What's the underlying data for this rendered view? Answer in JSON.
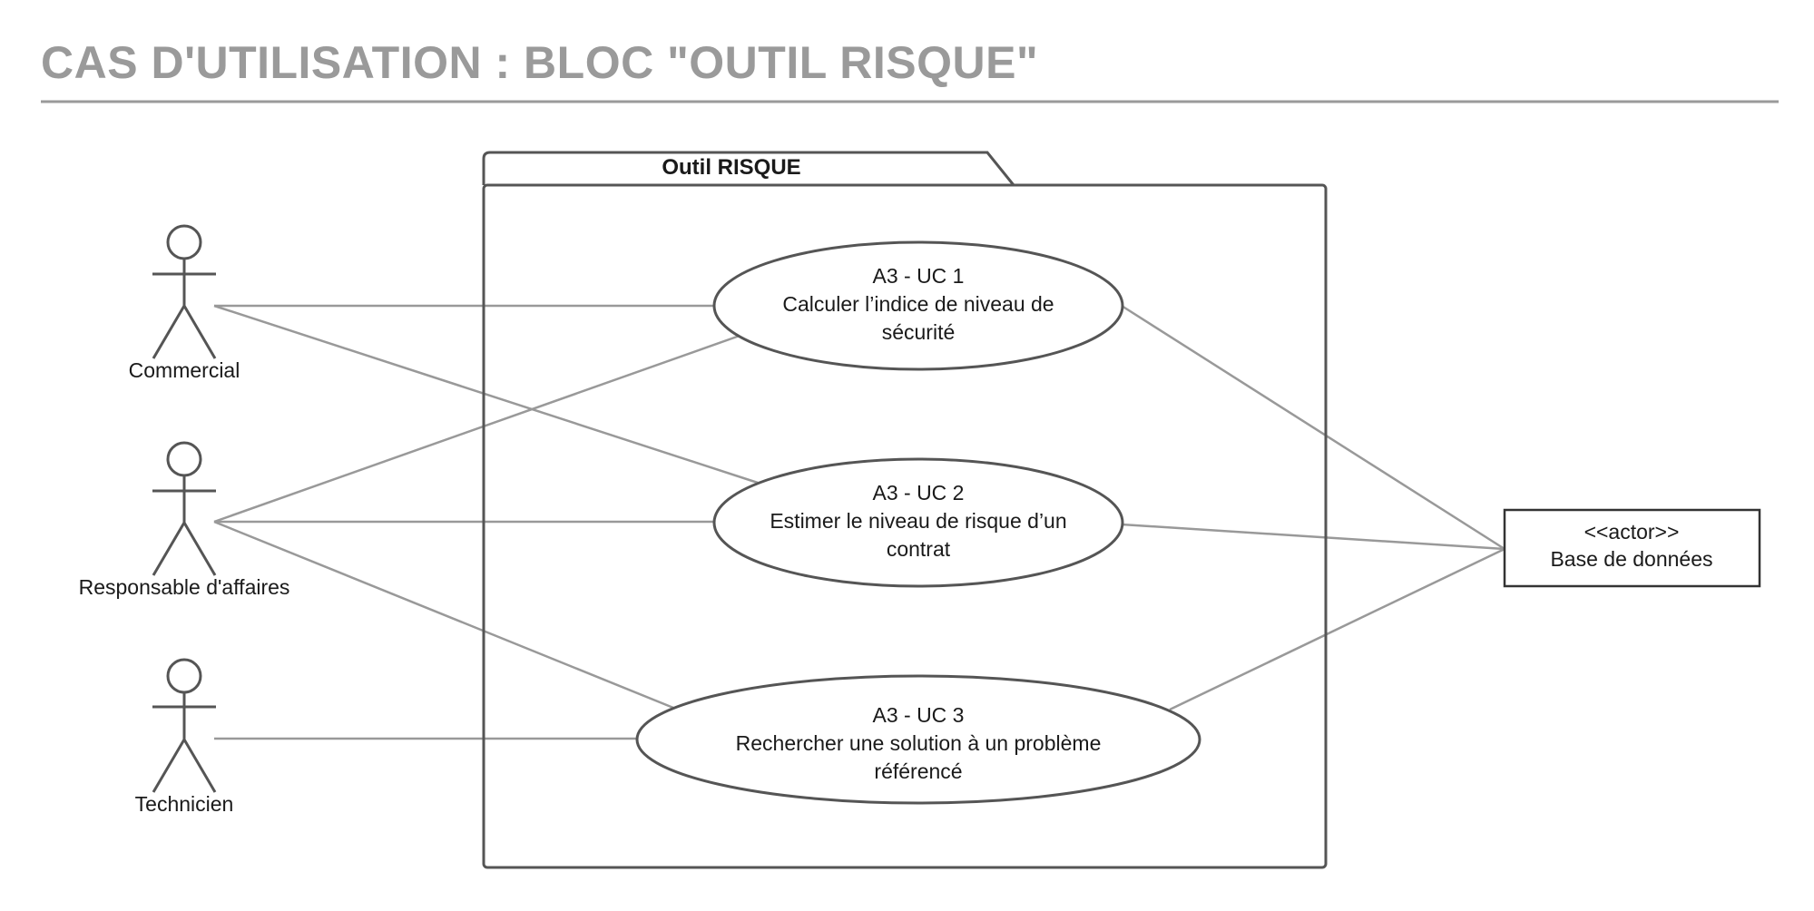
{
  "page_title": "CAS D'UTILISATION : BLOC \"OUTIL RISQUE\"",
  "system": {
    "name": "Outil RISQUE"
  },
  "actors": [
    {
      "id": "commercial",
      "label": "Commercial"
    },
    {
      "id": "responsable",
      "label": "Responsable d'affaires"
    },
    {
      "id": "technicien",
      "label": "Technicien"
    }
  ],
  "external_actor": {
    "stereotype": "<<actor>>",
    "label": "Base de données"
  },
  "use_cases": [
    {
      "id": "uc1",
      "code": "A3 - UC 1",
      "lines": [
        "Calculer l’indice de niveau de",
        "sécurité"
      ]
    },
    {
      "id": "uc2",
      "code": "A3 - UC 2",
      "lines": [
        "Estimer le niveau de risque d’un",
        "contrat"
      ]
    },
    {
      "id": "uc3",
      "code": "A3 - UC 3",
      "lines": [
        "Rechercher une solution à un problème",
        "référencé"
      ]
    }
  ],
  "associations": [
    [
      "commercial",
      "uc1"
    ],
    [
      "commercial",
      "uc2"
    ],
    [
      "responsable",
      "uc1"
    ],
    [
      "responsable",
      "uc2"
    ],
    [
      "responsable",
      "uc3"
    ],
    [
      "technicien",
      "uc3"
    ],
    [
      "uc1",
      "db"
    ],
    [
      "uc2",
      "db"
    ],
    [
      "uc3",
      "db"
    ]
  ],
  "colors": {
    "title": "#9a9a9a",
    "connector": "#999999",
    "shape_stroke": "#555555",
    "text": "#1a1a1a"
  }
}
